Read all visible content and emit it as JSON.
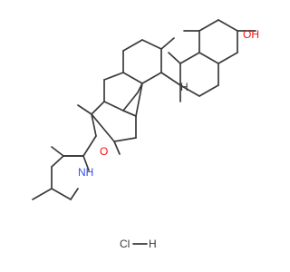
{
  "molecule": {
    "atoms": {
      "oh_label": "OH",
      "h_label": "H",
      "o_label": "O",
      "nh_label": "NH",
      "salt_label": "HCl",
      "salt_h": "H"
    },
    "colors": {
      "bond": "#3a3a3a",
      "oxygen": "#ff0d0d",
      "nitrogen": "#3050f8",
      "background": "#ffffff"
    }
  }
}
